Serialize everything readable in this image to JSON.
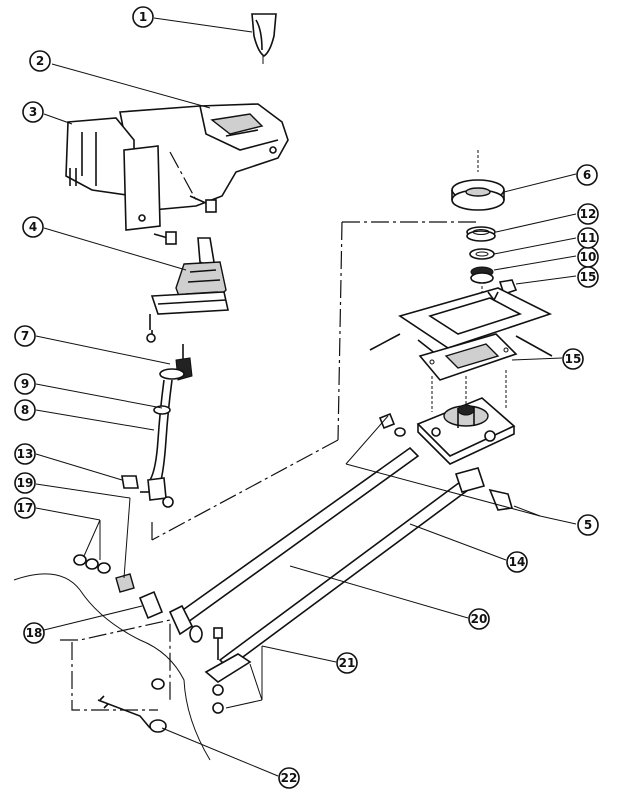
{
  "callouts": [
    {
      "id": "c1",
      "label": "1"
    },
    {
      "id": "c2",
      "label": "2"
    },
    {
      "id": "c3",
      "label": "3"
    },
    {
      "id": "c4",
      "label": "4"
    },
    {
      "id": "c5",
      "label": "5"
    },
    {
      "id": "c6",
      "label": "6"
    },
    {
      "id": "c7",
      "label": "7"
    },
    {
      "id": "c8",
      "label": "8"
    },
    {
      "id": "c9",
      "label": "9"
    },
    {
      "id": "c10",
      "label": "10"
    },
    {
      "id": "c11",
      "label": "11"
    },
    {
      "id": "c12",
      "label": "12"
    },
    {
      "id": "c13",
      "label": "13"
    },
    {
      "id": "c14",
      "label": "14"
    },
    {
      "id": "c15a",
      "label": "15"
    },
    {
      "id": "c15b",
      "label": "15"
    },
    {
      "id": "c17",
      "label": "17"
    },
    {
      "id": "c18",
      "label": "18"
    },
    {
      "id": "c19",
      "label": "19"
    },
    {
      "id": "c20",
      "label": "20"
    },
    {
      "id": "c21",
      "label": "21"
    },
    {
      "id": "c22",
      "label": "22"
    }
  ]
}
